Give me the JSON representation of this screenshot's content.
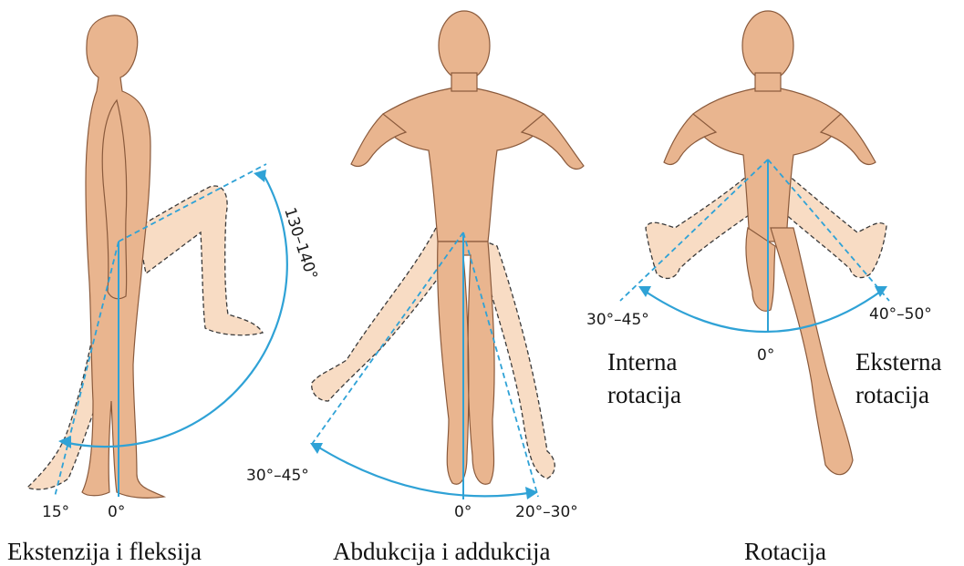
{
  "panels": [
    {
      "caption": "Ekstenzija i fleksija",
      "labels": {
        "flexion": "130–140°",
        "extension": "15°",
        "zero": "0°"
      }
    },
    {
      "caption": "Abdukcija i addukcija",
      "labels": {
        "abduction": "30°–45°",
        "zero": "0°",
        "adduction": "20°–30°"
      }
    },
    {
      "caption": "Rotacija",
      "labels": {
        "internal": "30°–45°",
        "external": "40°–50°",
        "zero": "0°"
      },
      "side_labels": {
        "internal_line1": "Interna",
        "internal_line2": "rotacija",
        "external_line1": "Eksterna",
        "external_line2": "rotacija"
      }
    }
  ],
  "colors": {
    "skin": "#e9b58f",
    "skin_ghost": "#f8dcc4",
    "measure_line": "#2fa2d6"
  }
}
